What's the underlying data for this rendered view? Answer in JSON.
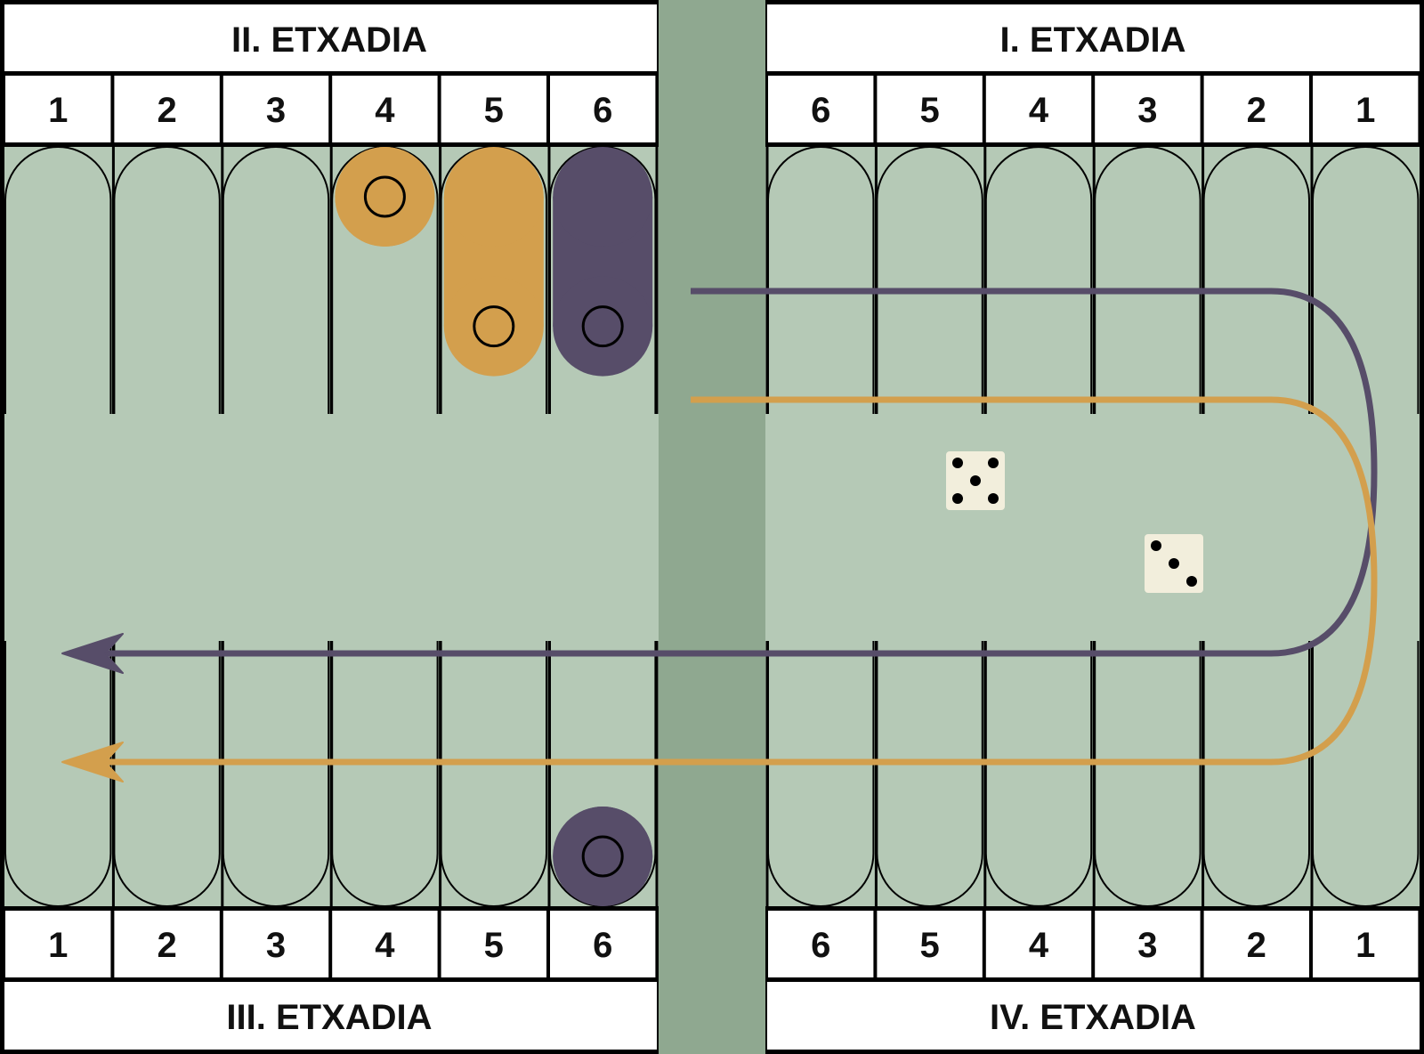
{
  "quadrants": {
    "top_left_title": "II. ETXADIA",
    "top_right_title": "I. ETXADIA",
    "bottom_left_title": "III. ETXADIA",
    "bottom_right_title": "IV. ETXADIA"
  },
  "point_numbers": {
    "top_left": [
      "1",
      "2",
      "3",
      "4",
      "5",
      "6"
    ],
    "top_right": [
      "6",
      "5",
      "4",
      "3",
      "2",
      "1"
    ],
    "bottom_left": [
      "1",
      "2",
      "3",
      "4",
      "5",
      "6"
    ],
    "bottom_right": [
      "6",
      "5",
      "4",
      "3",
      "2",
      "1"
    ]
  },
  "checkers": [
    {
      "quadrant": "II",
      "point": "4",
      "color": "orange",
      "count": 1
    },
    {
      "quadrant": "II",
      "point": "5",
      "color": "orange",
      "count": 3
    },
    {
      "quadrant": "II",
      "point": "6",
      "color": "purple",
      "count": 3
    },
    {
      "quadrant": "III",
      "point": "6",
      "color": "purple",
      "count": 1
    }
  ],
  "dice": [
    {
      "value": 5
    },
    {
      "value": 3
    }
  ],
  "colors": {
    "board": "#b5c9b6",
    "bar": "#8fa890",
    "orange_player": "#d39f4d",
    "purple_player": "#574d69",
    "die_face": "#f2eedc",
    "outline": "#000000",
    "label_bg": "#ffffff"
  },
  "icons": {
    "direction_arrow": "arrow-left-icon",
    "die": "die-icon",
    "checker": "checker-icon"
  }
}
